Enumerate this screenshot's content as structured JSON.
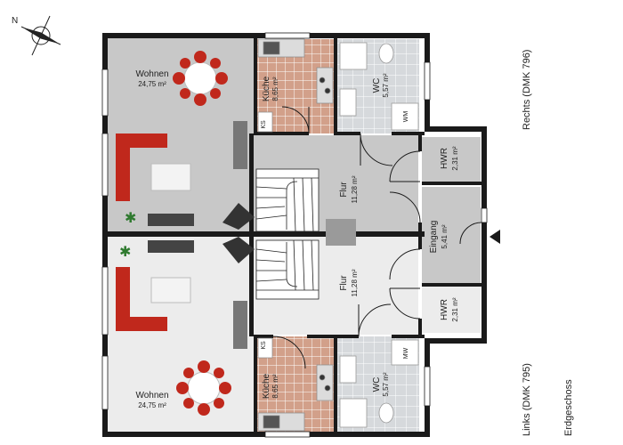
{
  "plan": {
    "title": "Erdgeschoss",
    "right_unit": "Rechts (DMK 796)",
    "left_unit": "Links (DMK 795)",
    "compass_letter": "N",
    "compass_icon": "compass-rose-icon",
    "entrance_icon": "entrance-arrow-icon",
    "colors": {
      "wall": "#1a1a1a",
      "floor_grey": "#c8c8c8",
      "floor_light": "#ececec",
      "tile_brown": "#d2a08a",
      "tile_grey": "#d6d9dc",
      "sofa": "#c0281c",
      "counter": "#dcdcdc"
    }
  },
  "rooms": {
    "wohnen_top": {
      "name": "Wohnen",
      "area": "24,75 m²"
    },
    "kueche_top": {
      "name": "Küche",
      "area": "8,65 m²"
    },
    "wc_top": {
      "name": "WC",
      "area": "5,57 m²"
    },
    "wm_top": {
      "name": "WM"
    },
    "ks_top": {
      "name": "KS"
    },
    "flur_top": {
      "name": "Flur",
      "area": "11,28 m²"
    },
    "hwr_top": {
      "name": "HWR",
      "area": "2,31 m²"
    },
    "eingang": {
      "name": "Eingang",
      "area": "5,41 m²"
    },
    "flur_bottom": {
      "name": "Flur",
      "area": "11,28 m²"
    },
    "hwr_bottom": {
      "name": "HWR",
      "area": "2,31 m²"
    },
    "wohnen_bottom": {
      "name": "Wohnen",
      "area": "24,75 m²"
    },
    "kueche_bottom": {
      "name": "Küche",
      "area": "8,65 m²"
    },
    "wc_bottom": {
      "name": "WC",
      "area": "5,57 m²"
    },
    "mw_bottom": {
      "name": "MW"
    },
    "ks_bottom": {
      "name": "KS"
    }
  }
}
